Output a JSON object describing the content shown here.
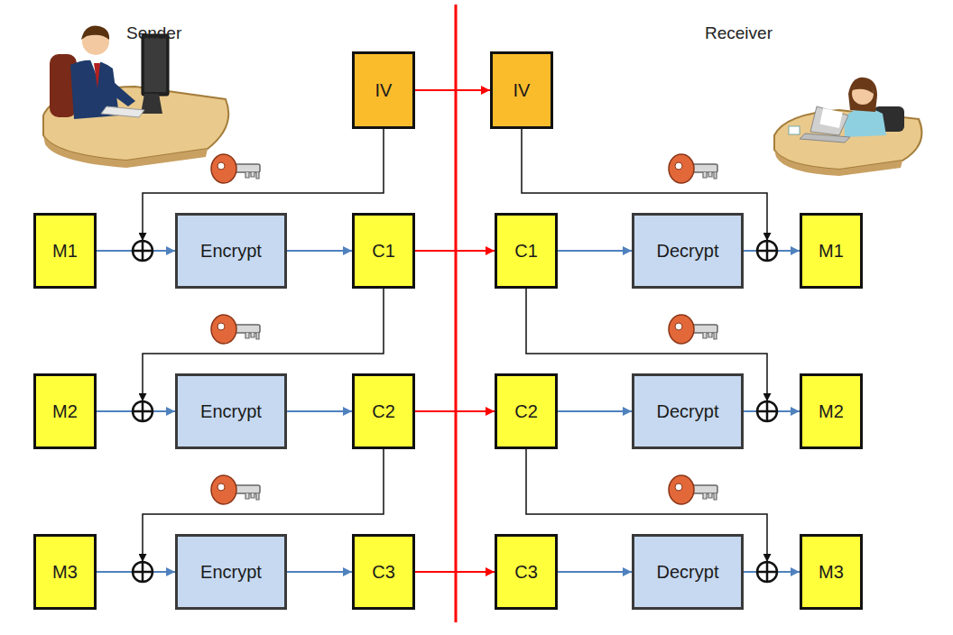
{
  "diagram": {
    "nodes": [
      {
        "text": [
          "IV"
        ]
      },
      {
        "text": [
          "IV"
        ]
      },
      {
        "text": [
          "M1"
        ]
      },
      {
        "text": [
          "Encrypt"
        ]
      },
      {
        "text": [
          "C1"
        ]
      },
      {
        "text": [
          "C1"
        ]
      },
      {
        "text": [
          "Decrypt"
        ]
      },
      {
        "text": [
          "M1"
        ]
      },
      {
        "text": [
          "M2"
        ]
      },
      {
        "text": [
          "Encrypt"
        ]
      },
      {
        "text": [
          "C2"
        ]
      },
      {
        "text": [
          "C2"
        ]
      },
      {
        "text": [
          "Decrypt"
        ]
      },
      {
        "text": [
          "M2"
        ]
      },
      {
        "text": [
          "M3"
        ]
      },
      {
        "text": [
          "Encrypt"
        ]
      },
      {
        "text": [
          "C3"
        ]
      },
      {
        "text": [
          "C3"
        ]
      },
      {
        "text": [
          "Decrypt"
        ]
      },
      {
        "text": [
          "M3"
        ]
      }
    ],
    "edges": [
      {
        "from": 0,
        "to": 1,
        "arrow": "to"
      },
      {
        "from": 2,
        "to": 3,
        "arrow": "to"
      },
      {
        "from": 0,
        "to": 3,
        "arrow": "to"
      },
      {
        "from": 3,
        "to": 4,
        "arrow": "to"
      },
      {
        "from": 4,
        "to": 5,
        "arrow": "to"
      },
      {
        "from": 5,
        "to": 6,
        "arrow": "to"
      },
      {
        "from": 6,
        "to": 7,
        "arrow": "to"
      },
      {
        "from": 1,
        "to": 7,
        "arrow": "to"
      },
      {
        "from": 8,
        "to": 9,
        "arrow": "to"
      },
      {
        "from": 4,
        "to": 9,
        "arrow": "to"
      },
      {
        "from": 9,
        "to": 10,
        "arrow": "to"
      },
      {
        "from": 10,
        "to": 11,
        "arrow": "to"
      },
      {
        "from": 11,
        "to": 12,
        "arrow": "to"
      },
      {
        "from": 12,
        "to": 13,
        "arrow": "to"
      },
      {
        "from": 5,
        "to": 13,
        "arrow": "to"
      },
      {
        "from": 14,
        "to": 15,
        "arrow": "to"
      },
      {
        "from": 10,
        "to": 15,
        "arrow": "to"
      },
      {
        "from": 15,
        "to": 16,
        "arrow": "to"
      },
      {
        "from": 16,
        "to": 17,
        "arrow": "to"
      },
      {
        "from": 17,
        "to": 18,
        "arrow": "to"
      },
      {
        "from": 18,
        "to": 19,
        "arrow": "to"
      },
      {
        "from": 11,
        "to": 19,
        "arrow": "to"
      }
    ],
    "labels": [
      "Sender",
      "Receiver"
    ]
  }
}
